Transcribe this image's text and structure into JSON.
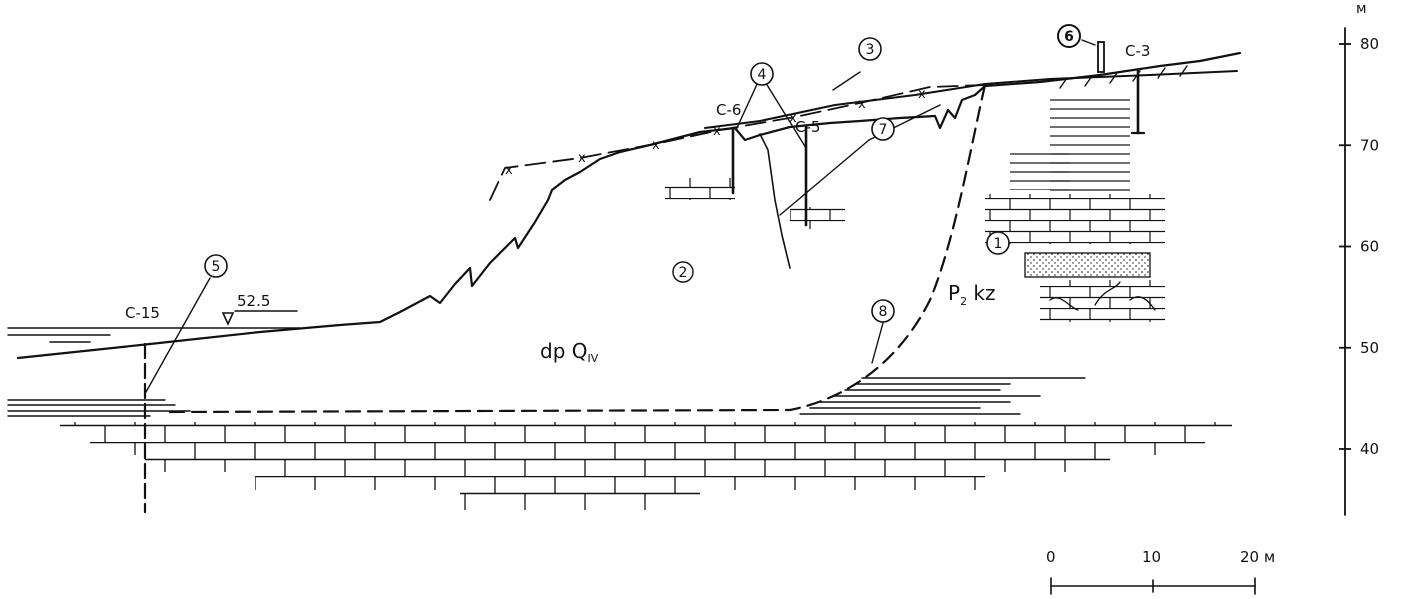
{
  "callouts": [
    {
      "id": "1",
      "text": "1"
    },
    {
      "id": "2",
      "text": "2"
    },
    {
      "id": "3",
      "text": "3"
    },
    {
      "id": "4",
      "text": "4"
    },
    {
      "id": "5",
      "text": "5"
    },
    {
      "id": "6",
      "text": "6"
    },
    {
      "id": "7",
      "text": "7"
    },
    {
      "id": "8",
      "text": "8"
    }
  ],
  "boreholes": {
    "c15": "C-15",
    "c6": "C-6",
    "c5": "C-5",
    "c3": "C-3"
  },
  "water_level": "52.5",
  "formations": {
    "landslide_base": "dp Q",
    "landslide_sub": "IV",
    "bedrock_base": "P",
    "bedrock_sub": "2",
    "bedrock_suffix": " kz"
  },
  "elevation_axis": {
    "unit": "м",
    "ticks": [
      {
        "label": "80",
        "value": 80
      },
      {
        "label": "70",
        "value": 70
      },
      {
        "label": "60",
        "value": 60
      },
      {
        "label": "50",
        "value": 50
      },
      {
        "label": "40",
        "value": 40
      }
    ]
  },
  "scale_bar": {
    "labels": [
      "0",
      "10",
      "20 м"
    ]
  }
}
